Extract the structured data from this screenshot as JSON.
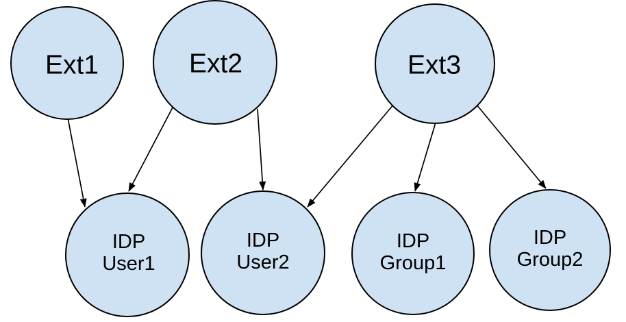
{
  "diagram": {
    "canvas": {
      "width": "914",
      "height": "470",
      "background": "#ffffff"
    },
    "style": {
      "node_fill": "#cfe2f3",
      "node_stroke": "#000000",
      "edge_color": "#000000",
      "text_color": "#000000"
    },
    "nodes": {
      "ext1": {
        "label": "Ext1"
      },
      "ext2": {
        "label": "Ext2"
      },
      "ext3": {
        "label": "Ext3"
      },
      "idp_user1": {
        "line1": "IDP",
        "line2": "User1"
      },
      "idp_user2": {
        "line1": "IDP",
        "line2": "User2"
      },
      "idp_group1": {
        "line1": "IDP",
        "line2": "Group1"
      },
      "idp_group2": {
        "line1": "IDP",
        "line2": "Group2"
      }
    },
    "edges": [
      {
        "from": "Ext1",
        "to": "IDP User1"
      },
      {
        "from": "Ext2",
        "to": "IDP User1"
      },
      {
        "from": "Ext2",
        "to": "IDP User2"
      },
      {
        "from": "Ext3",
        "to": "IDP User2"
      },
      {
        "from": "Ext3",
        "to": "IDP Group1"
      },
      {
        "from": "Ext3",
        "to": "IDP Group2"
      }
    ]
  }
}
